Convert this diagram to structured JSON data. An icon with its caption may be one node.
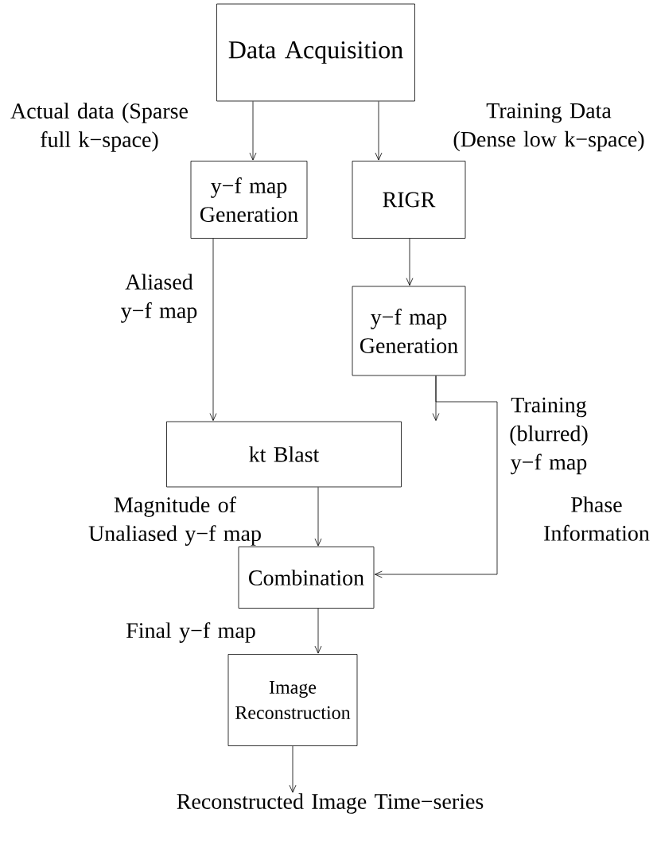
{
  "diagram": {
    "nodes": [
      {
        "text": [
          "Data Acquisition"
        ]
      },
      {
        "text": [
          "y−f map Generation"
        ]
      },
      {
        "text": [
          "RIGR"
        ]
      },
      {
        "text": [
          "y−f map Generation"
        ]
      },
      {
        "text": [
          "kt Blast"
        ]
      },
      {
        "text": [
          "Combination"
        ]
      },
      {
        "text": [
          "Image Reconstruction"
        ]
      },
      {
        "text": [
          "Reconstructed Image Time−series"
        ]
      }
    ],
    "edges": [
      {
        "from": 0,
        "to": 1,
        "arrow": "to",
        "label": "Actual data (Sparse full k−space)"
      },
      {
        "from": 0,
        "to": 2,
        "arrow": "to",
        "label": "Training Data (Dense low k−space)"
      },
      {
        "from": 1,
        "to": 4,
        "arrow": "to",
        "label": "Aliased y−f map"
      },
      {
        "from": 2,
        "to": 3,
        "arrow": "to"
      },
      {
        "from": 3,
        "to": 4,
        "arrow": "to"
      },
      {
        "from": 3,
        "to": 5,
        "arrow": "to",
        "label": "Training (blurred) y−f map"
      },
      {
        "from": 4,
        "to": 5,
        "arrow": "to",
        "label": "Magnitude of Unaliased y−f map"
      },
      {
        "from": 5,
        "to": 6,
        "arrow": "to",
        "label": "Final y−f map"
      },
      {
        "from": 6,
        "to": 7,
        "arrow": "to"
      }
    ],
    "labels": [
      "Phase Information"
    ]
  }
}
